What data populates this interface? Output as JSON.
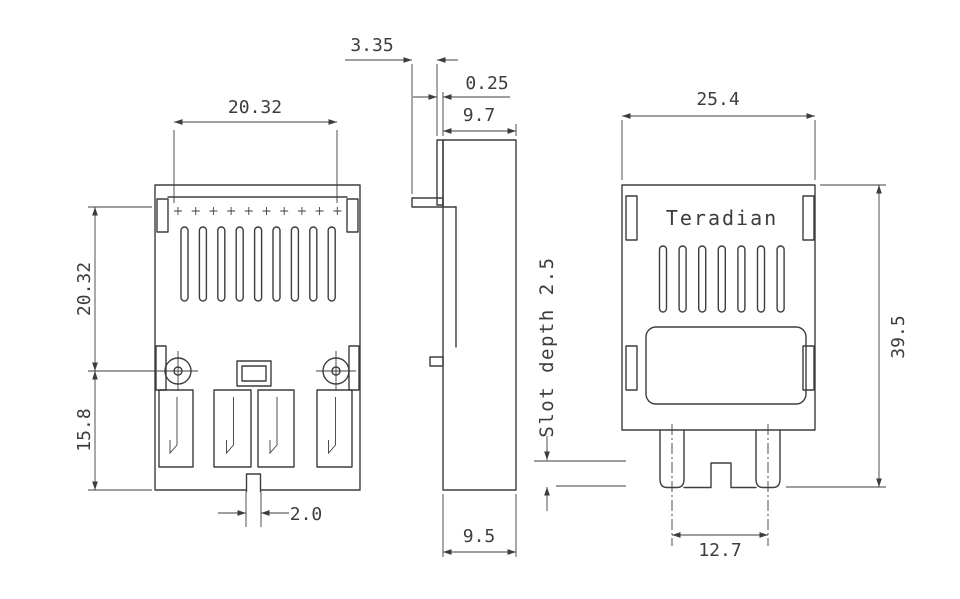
{
  "drawing": {
    "views": {
      "front": {
        "width_dim": "20.32",
        "upper_height_dim": "20.32",
        "lower_height_dim": "15.8",
        "notch_width_dim": "2.0"
      },
      "side": {
        "pin_offset_dim": "3.35",
        "flange_thickness_dim": "0.25",
        "top_depth_dim": "9.7",
        "bottom_depth_dim": "9.5",
        "slot_depth_label": "Slot depth 2.5"
      },
      "back": {
        "brand": "Teradian",
        "width_dim": "25.4",
        "height_dim": "39.5",
        "leg_pitch_dim": "12.7"
      }
    },
    "colors": {
      "line": "#3d3d3d",
      "background": "#ffffff"
    }
  }
}
